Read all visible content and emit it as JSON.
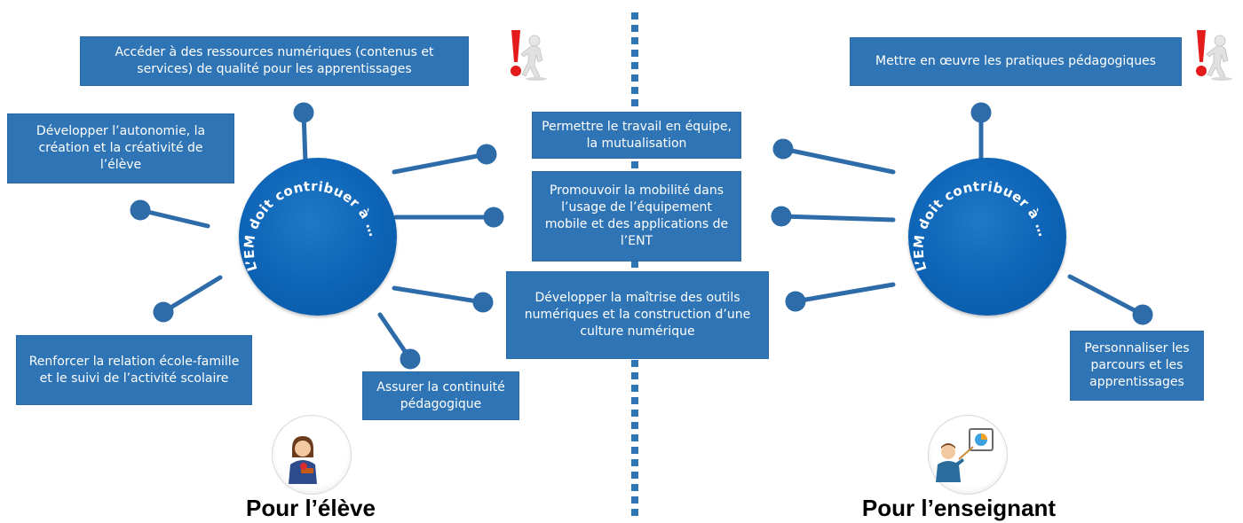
{
  "colors": {
    "box_fill": "#2f75b5",
    "hub_fill": "#0d63b5",
    "connector": "#2d6ca8",
    "divider": "#2f75b5",
    "alert_red": "#e31b1b"
  },
  "eleve": {
    "hub_text": "L’EM doit contribuer à …",
    "boxes": {
      "ressources": "Accéder à des ressources numériques (contenus et services) de qualité pour les apprentissages",
      "autonomie": "Développer l’autonomie, la création et la créativité de l’élève",
      "relation": "Renforcer la relation école-famille et le suivi de l’activité scolaire",
      "continuite": "Assurer la continuité pédagogique"
    },
    "label": "Pour l’élève"
  },
  "shared": {
    "boxes": {
      "travail": "Permettre le travail en équipe, la mutualisation",
      "mobilite": "Promouvoir la mobilité dans l’usage de l’équipement mobile et des applications de l’ENT",
      "maitrise": "Développer la maîtrise des outils numériques et la construction d’une culture numérique"
    }
  },
  "enseignant": {
    "hub_text": "L’EM doit contribuer à …",
    "boxes": {
      "pratiques": "Mettre en œuvre les pratiques pédagogiques",
      "personnaliser": "Personnaliser les parcours et les apprentissages"
    },
    "label": "Pour l’enseignant"
  },
  "icons": {
    "alert_left": "alert-person-icon",
    "alert_right": "alert-person-icon",
    "student": "student-avatar-icon",
    "teacher": "teacher-presenting-icon"
  }
}
